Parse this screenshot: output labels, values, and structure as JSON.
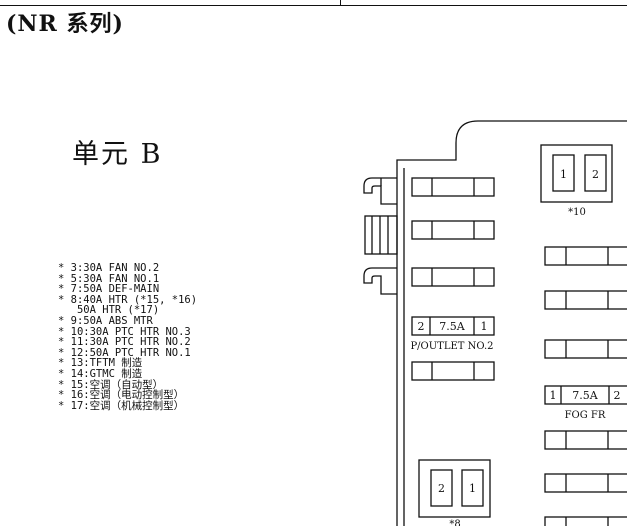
{
  "header": {
    "series_title": "(NR 系列)"
  },
  "unit_title": "单元 B",
  "legend": [
    "* 3:30A FAN NO.2",
    "* 5:30A FAN NO.1",
    "* 7:50A DEF-MAIN",
    "* 8:40A HTR (*15, *16)",
    "   50A HTR (*17)",
    "* 9:50A ABS MTR",
    "* 10:30A PTC HTR NO.3",
    "* 11:30A PTC HTR NO.2",
    "* 12:50A PTC HTR NO.1",
    "* 13:TFTM 制造",
    "* 14:GTMC 制造",
    "* 15:空调（自动型）",
    "* 16:空调（电动控制型）",
    "* 17:空调（机械控制型）"
  ],
  "relay_top": {
    "pins": [
      "1",
      "2"
    ],
    "label": "*10"
  },
  "fuse_outlet": {
    "pins": [
      "2",
      "7.5A",
      "1"
    ],
    "label": "P/OUTLET NO.2"
  },
  "fuse_fog": {
    "pins": [
      "1",
      "7.5A",
      "2"
    ],
    "label": "FOG FR"
  },
  "relay_bottom": {
    "pins": [
      "2",
      "1"
    ],
    "label": "*8"
  }
}
